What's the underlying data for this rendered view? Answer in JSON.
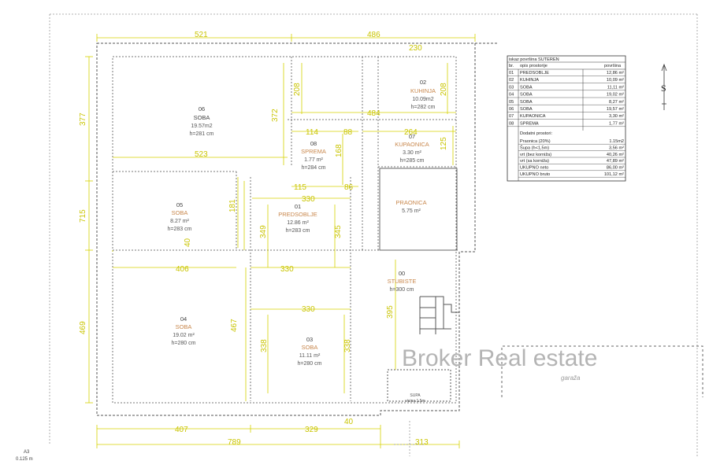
{
  "dimensions_top": {
    "d521": "521",
    "d486": "486",
    "d230": "230"
  },
  "dimensions_inner": {
    "d484": "484",
    "d114": "114",
    "d88": "88",
    "d264": "264",
    "d523": "523",
    "d115": "115",
    "d86": "86",
    "d330a": "330",
    "d406": "406",
    "d330b": "330",
    "d330c": "330"
  },
  "dimensions_bottom": {
    "d407": "407",
    "d329": "329",
    "d40b": "40",
    "d789": "789",
    "d313": "313"
  },
  "dimensions_left": {
    "d377": "377",
    "d715": "715",
    "d469": "469"
  },
  "dimensions_vertical": {
    "d372": "372",
    "d208a": "208",
    "d208b": "208",
    "d168": "168",
    "d125": "125",
    "d181": "181",
    "d349": "349",
    "d345": "345",
    "d40v": "40",
    "d395": "395",
    "d467": "467",
    "d338a": "338",
    "d338b": "338"
  },
  "rooms": {
    "r06": {
      "num": "06",
      "name": "SOBA",
      "area": "19.57m2",
      "height": "h=281 cm"
    },
    "r02": {
      "num": "02",
      "name": "KUHINJA",
      "area": "10.09m2",
      "height": "h=282 cm"
    },
    "r08": {
      "num": "08",
      "name": "SPREMA",
      "area": "1.77 m²",
      "height": "h=284 cm"
    },
    "r07": {
      "num": "07",
      "name": "KUPAONICA",
      "area": "3.30 m²",
      "height": "h=285 cm"
    },
    "r05": {
      "num": "05",
      "name": "SOBA",
      "area": "8.27 m²",
      "height": "h=283 cm"
    },
    "r01": {
      "num": "01",
      "name": "PREDSOBLJE",
      "area": "12.86 m²",
      "height": "h=283 cm"
    },
    "praonica": {
      "name": "PRAONICA",
      "area": "5.75 m²"
    },
    "r00": {
      "num": "00",
      "name": "STUBISTE",
      "height": "h=300 cm"
    },
    "r04": {
      "num": "04",
      "name": "SOBA",
      "area": "19.02 m²",
      "height": "h=280 cm"
    },
    "r03": {
      "num": "03",
      "name": "SOBA",
      "area": "11.11 m²",
      "height": "h=280 cm"
    },
    "supa": {
      "name": "SUPA",
      "height": "visina 1.5m"
    }
  },
  "table": {
    "title": "iskaz površina SUTEREN",
    "headers": [
      "br.",
      "opis prostorije",
      "površina"
    ],
    "rows": [
      [
        "01",
        "PREDSOBLJE",
        "12,86 m²"
      ],
      [
        "02",
        "KUHINJA",
        "10,09 m²"
      ],
      [
        "03",
        "SOBA",
        "11,11 m²"
      ],
      [
        "04",
        "SOBA",
        "19,02 m²"
      ],
      [
        "05",
        "SOBA",
        "8,27 m²"
      ],
      [
        "06",
        "SOBA",
        "19,57 m²"
      ],
      [
        "07",
        "KUPAONICA",
        "3,30 m²"
      ],
      [
        "08",
        "SPREMA",
        "1,77 m²"
      ]
    ],
    "extra_title": "Dodatni prostori:",
    "extra_rows": [
      [
        "Praonica (20%)",
        "1.15m2"
      ],
      [
        "Šupa (h<1,5m)",
        "3,56 m²"
      ],
      [
        "vrt (bez korniža)",
        "40,26 m²"
      ],
      [
        "vrt (sa korniža)",
        "47,89 m²"
      ],
      [
        "UKUPNO neto",
        "86,00 m²"
      ],
      [
        "UKUPNO bruto",
        "101,12 m²"
      ]
    ]
  },
  "north_label": "S",
  "watermark": "Broker Real estate",
  "garaza": "garaža",
  "sheet": {
    "format": "A3",
    "scale": "0.125 m"
  },
  "colors": {
    "dimension": "#c9c400",
    "room_label": "#444444",
    "orange_label": "#c8874c",
    "lines": "#666666"
  }
}
